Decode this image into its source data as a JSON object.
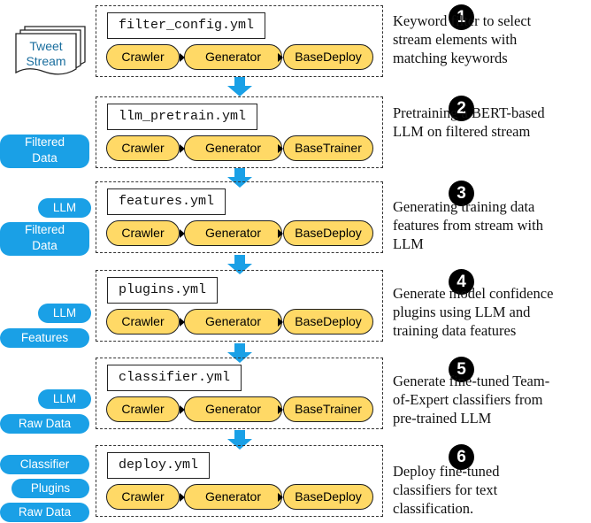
{
  "stages": [
    {
      "num": "1",
      "file": "filter_config.yml",
      "steps": [
        "Crawler",
        "Generator",
        "BaseDeploy"
      ],
      "desc": [
        "Keyword filter to select",
        "stream elements with",
        "matching keywords"
      ]
    },
    {
      "num": "2",
      "file": "llm_pretrain.yml",
      "steps": [
        "Crawler",
        "Generator",
        "BaseTrainer"
      ],
      "desc": [
        "Pretraining a BERT-based",
        "LLM on filtered stream"
      ]
    },
    {
      "num": "3",
      "file": "features.yml",
      "steps": [
        "Crawler",
        "Generator",
        "BaseDeploy"
      ],
      "desc": [
        "Generating training data",
        "features from stream with",
        "LLM"
      ]
    },
    {
      "num": "4",
      "file": "plugins.yml",
      "steps": [
        "Crawler",
        "Generator",
        "BaseDeploy"
      ],
      "desc": [
        "Generate model confidence",
        "plugins using LLM and",
        "training data features"
      ]
    },
    {
      "num": "5",
      "file": "classifier.yml",
      "steps": [
        "Crawler",
        "Generator",
        "BaseTrainer"
      ],
      "desc": [
        "Generate fine-tuned Team-",
        "of-Expert classifiers from",
        "pre-trained LLM"
      ]
    },
    {
      "num": "6",
      "file": "deploy.yml",
      "steps": [
        "Crawler",
        "Generator",
        "BaseDeploy"
      ],
      "desc": [
        "Deploy fine-tuned",
        "classifiers for text",
        "classification."
      ]
    }
  ],
  "source": {
    "line1": "Tweet",
    "line2": "Stream"
  },
  "inputs": {
    "s2_filtered": [
      "Filtered",
      "Data"
    ],
    "s3_llm": "LLM",
    "s3_filtered": [
      "Filtered",
      "Data"
    ],
    "s4_llm": "LLM",
    "s4_features": "Features",
    "s5_llm": "LLM",
    "s5_raw": "Raw Data",
    "s6_classifier": "Classifier",
    "s6_plugins": "Plugins",
    "s6_raw": "Raw Data"
  },
  "colors": {
    "pill": "#ffd966",
    "tag": "#1aa0e6",
    "arrow": "#1aa0e6"
  }
}
